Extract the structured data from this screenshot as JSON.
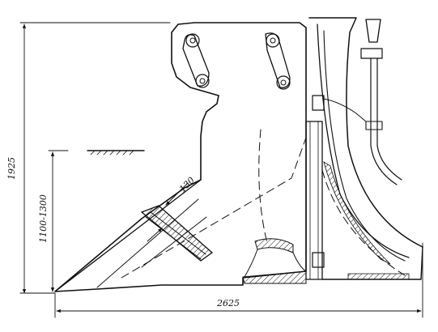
{
  "dimensions": {
    "overall_height": "1925",
    "working_depth": "1100-1300",
    "tine_width": "130",
    "overall_length": "2625"
  },
  "colors": {
    "ink": "#111111",
    "paper": "#ffffff"
  }
}
